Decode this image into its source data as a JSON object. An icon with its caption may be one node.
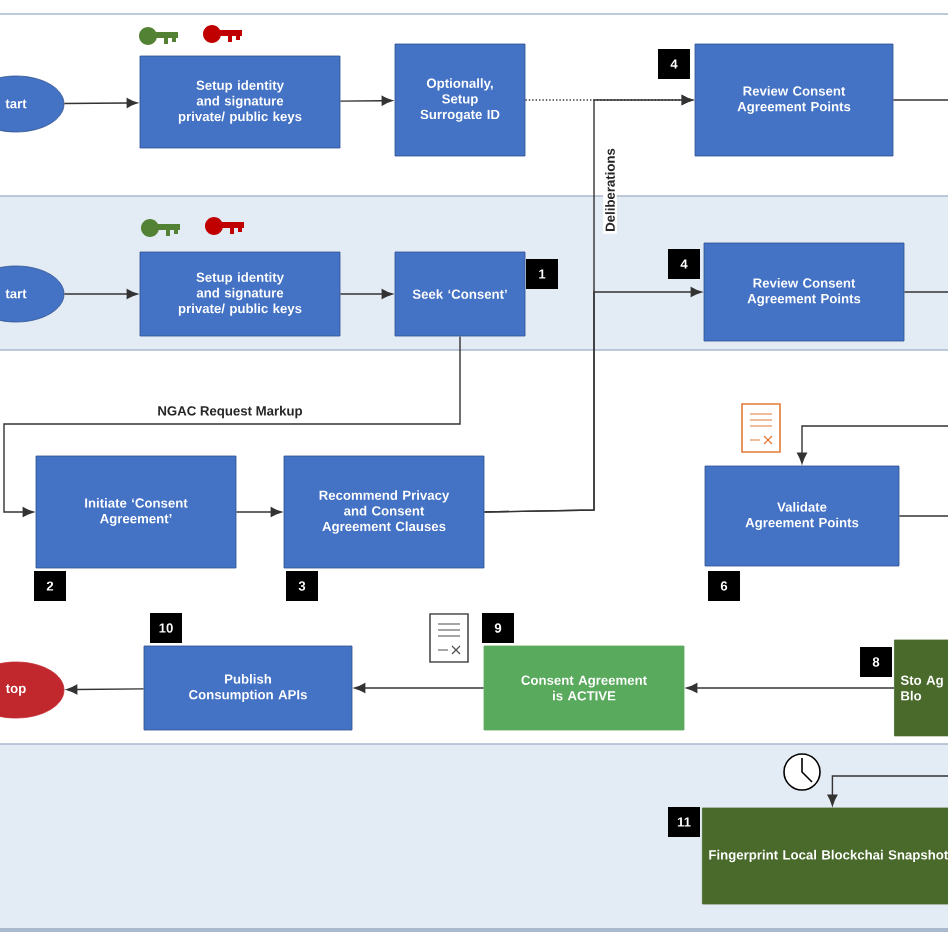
{
  "diagram": {
    "nodes": [
      {
        "text": [
          "tart"
        ]
      },
      {
        "text": [
          "Setup identity and signature private/ public keys"
        ]
      },
      {
        "text": [
          "Optionally, Setup Surrogate ID"
        ]
      },
      {
        "text": [
          "Review Consent Agreement Points"
        ],
        "beside": [
          "4"
        ]
      },
      {
        "text": [
          "tart"
        ]
      },
      {
        "text": [
          "Setup identity and signature private/ public keys"
        ]
      },
      {
        "text": [
          "Seek ‘Consent’"
        ],
        "beside": [
          "1"
        ]
      },
      {
        "text": [
          "Review Consent Agreement Points"
        ],
        "beside": [
          "4"
        ]
      },
      {
        "text": [
          "Initiate ‘Consent Agreement’"
        ],
        "beside": [
          "2"
        ]
      },
      {
        "text": [
          "Recommend Privacy and Consent Agreement Clauses"
        ],
        "beside": [
          "3"
        ]
      },
      {
        "text": [
          "Validate Agreement Points"
        ],
        "beside": [
          "6"
        ]
      },
      {
        "text": [
          "top"
        ]
      },
      {
        "text": [
          "Publish Consumption APIs"
        ],
        "beside": [
          "10"
        ]
      },
      {
        "text": [
          "Consent Agreement is ACTIVE"
        ],
        "beside": [
          "9"
        ]
      },
      {
        "text": [
          "Sto Ag Blo"
        ],
        "beside": [
          "8"
        ]
      },
      {
        "text": [
          "Fingerprint Local Blockchai Snapshot"
        ],
        "beside": [
          "11"
        ]
      }
    ],
    "edges": [
      {
        "from": 0,
        "to": 1,
        "arrow": "to"
      },
      {
        "from": 1,
        "to": 2,
        "arrow": "to"
      },
      {
        "from": 2,
        "to": 3,
        "arrow": "to",
        "style": "dashed"
      },
      {
        "from": 3,
        "to": null,
        "arrow": "none"
      },
      {
        "from": 4,
        "to": 5,
        "arrow": "to"
      },
      {
        "from": 5,
        "to": 6,
        "arrow": "to"
      },
      {
        "from": 6,
        "to": 8,
        "arrow": "to",
        "label": "NGAC Request Markup"
      },
      {
        "from": 8,
        "to": 9,
        "arrow": "to"
      },
      {
        "from": 9,
        "to": 3,
        "arrow": "to",
        "label": "Deliberations"
      },
      {
        "from": 9,
        "to": 7,
        "arrow": "to"
      },
      {
        "from": 7,
        "to": null,
        "arrow": "none"
      },
      {
        "from": null,
        "to": 10,
        "arrow": "to"
      },
      {
        "from": 10,
        "to": null,
        "arrow": "none"
      },
      {
        "from": 14,
        "to": 13,
        "arrow": "to"
      },
      {
        "from": 13,
        "to": 12,
        "arrow": "to"
      },
      {
        "from": 12,
        "to": 11,
        "arrow": "to"
      },
      {
        "from": null,
        "to": 15,
        "arrow": "to"
      }
    ]
  }
}
